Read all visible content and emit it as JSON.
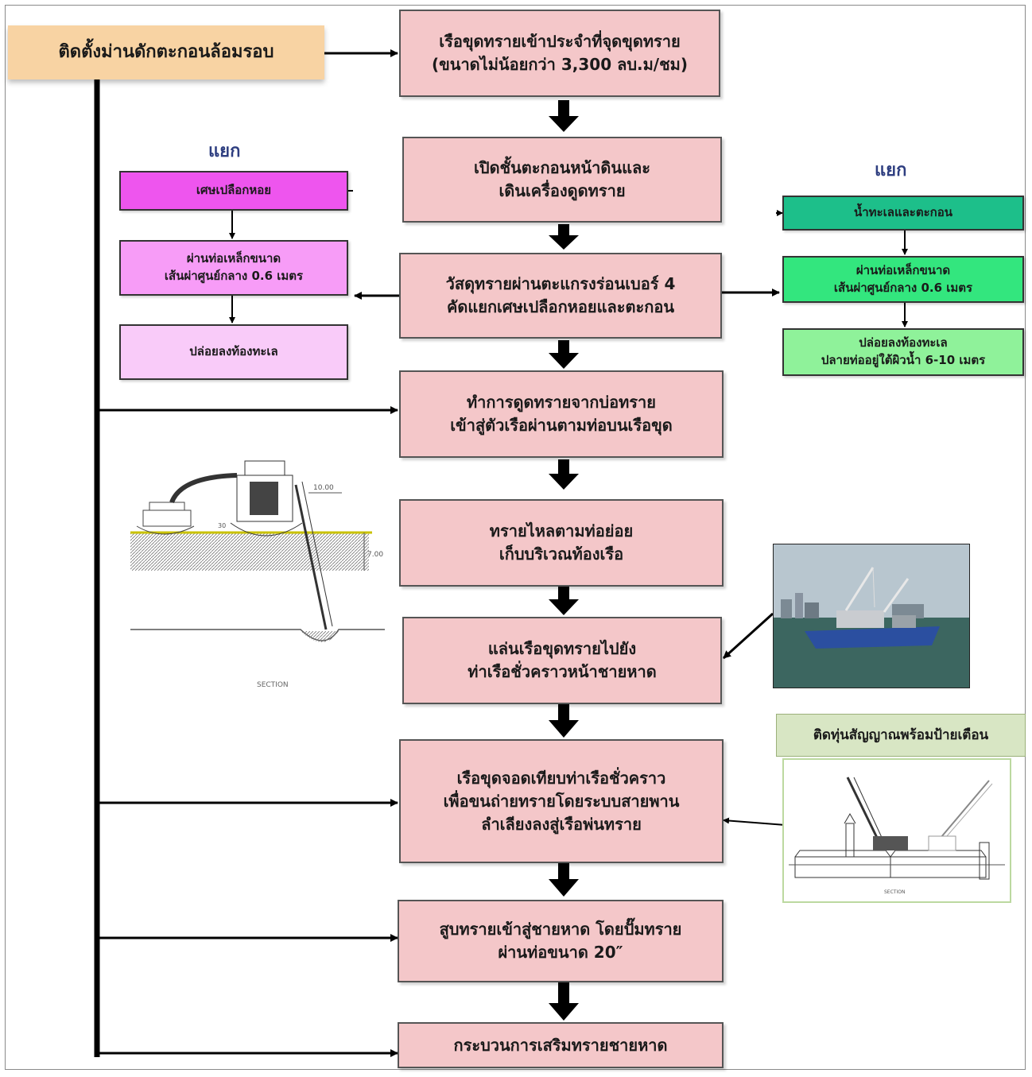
{
  "top_left": {
    "label": "ติดตั้งม่านดักตะกอนล้อมรอบ"
  },
  "steps": [
    {
      "line1": "เรือขุดทรายเข้าประจำที่จุดขุดทราย",
      "line2": "(ขนาดไม่น้อยกว่า 3,300 ลบ.ม/ชม)",
      "line3": ""
    },
    {
      "line1": "เปิดชั้นตะกอนหน้าดินและ",
      "line2": "เดินเครื่องดูดทราย",
      "line3": ""
    },
    {
      "line1": "วัสดุทรายผ่านตะแกรงร่อนเบอร์ 4",
      "line2": "คัดแยกเศษเปลือกหอยและตะกอน",
      "line3": ""
    },
    {
      "line1": "ทำการดูดทรายจากบ่อทราย",
      "line2": "เข้าสู่ตัวเรือผ่านตามท่อบนเรือขุด",
      "line3": ""
    },
    {
      "line1": "ทรายไหลตามท่อย่อย",
      "line2": "เก็บบริเวณท้องเรือ",
      "line3": ""
    },
    {
      "line1": "แล่นเรือขุดทรายไปยัง",
      "line2": "ท่าเรือชั่วคราวหน้าชายหาด",
      "line3": ""
    },
    {
      "line1": "เรือขุดจอดเทียบท่าเรือชั่วคราว",
      "line2": "เพื่อขนถ่ายทรายโดยระบบสายพาน",
      "line3": "ลำเลียงลงสู่เรือพ่นทราย"
    },
    {
      "line1": "สูบทรายเข้าสู่ชายหาด โดยปั๊มทราย",
      "line2": "ผ่านท่อขนาด 20″",
      "line3": ""
    },
    {
      "line1": "กระบวนการเสริมทรายชายหาด",
      "line2": "",
      "line3": ""
    }
  ],
  "left_branch": {
    "heading": "แยก",
    "boxes": [
      {
        "line1": "เศษเปลือกหอย",
        "line2": ""
      },
      {
        "line1": "ผ่านท่อเหล็กขนาด",
        "line2": "เส้นผ่าศูนย์กลาง 0.6 เมตร"
      },
      {
        "line1": "ปล่อยลงท้องทะเล",
        "line2": ""
      }
    ]
  },
  "right_branch": {
    "heading": "แยก",
    "boxes": [
      {
        "line1": "น้ำทะเลและตะกอน",
        "line2": ""
      },
      {
        "line1": "ผ่านท่อเหล็กขนาด",
        "line2": "เส้นผ่าศูนย์กลาง 0.6 เมตร"
      },
      {
        "line1": "ปล่อยลงท้องทะเล",
        "line2": "ปลายท่ออยู่ใต้ผิวน้ำ 6-10 เมตร"
      }
    ]
  },
  "dredger_drawing": {
    "label": "SECTION",
    "dim_top": "10.00",
    "dim_depth": "7.00",
    "dim_side": "30"
  },
  "dock_drawing": {
    "caption": "ติดทุ่นสัญญาณพร้อมป้ายเตือน",
    "label": "SECTION"
  },
  "colors": {
    "step_fill": "#f4c7c9",
    "top_left_fill": "#f8d3a3",
    "left_fills": [
      "#ee55ee",
      "#f79cf7",
      "#f9cbf9"
    ],
    "right_fills": [
      "#1dbf8a",
      "#33e67e",
      "#8ff29a"
    ],
    "heading_color": "#2e3e80"
  }
}
